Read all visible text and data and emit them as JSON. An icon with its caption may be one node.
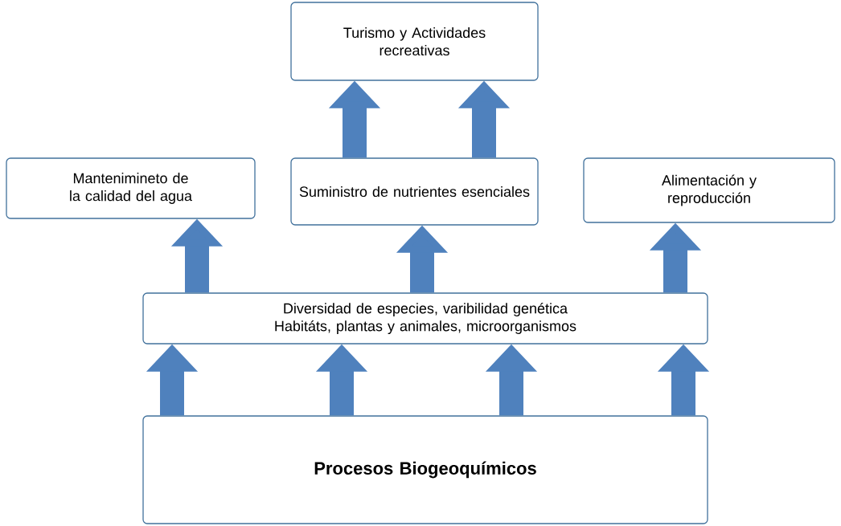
{
  "diagram": {
    "nodes": [
      {
        "text": [
          "Turismo y Actividades recreativas"
        ]
      },
      {
        "text": [
          "Mantenimineto de la calidad del agua"
        ]
      },
      {
        "text": [
          "Suministro de nutrientes esenciales"
        ]
      },
      {
        "text": [
          "Alimentación y reproducción"
        ]
      },
      {
        "text": [
          "Diversidad de especies, varibilidad genética",
          "Habitáts, plantas y animales, microorganismos"
        ]
      },
      {
        "text": [
          "Procesos Biogeoquímicos"
        ]
      }
    ],
    "edges": [
      {
        "from": 2,
        "to": 0,
        "arrow": "to"
      },
      {
        "from": 2,
        "to": 0,
        "arrow": "to"
      },
      {
        "from": 4,
        "to": 1,
        "arrow": "to"
      },
      {
        "from": 4,
        "to": 2,
        "arrow": "to"
      },
      {
        "from": 4,
        "to": 3,
        "arrow": "to"
      },
      {
        "from": 5,
        "to": 4,
        "arrow": "to"
      },
      {
        "from": 5,
        "to": 4,
        "arrow": "to"
      },
      {
        "from": 5,
        "to": 4,
        "arrow": "to"
      },
      {
        "from": 5,
        "to": 4,
        "arrow": "to"
      }
    ]
  }
}
